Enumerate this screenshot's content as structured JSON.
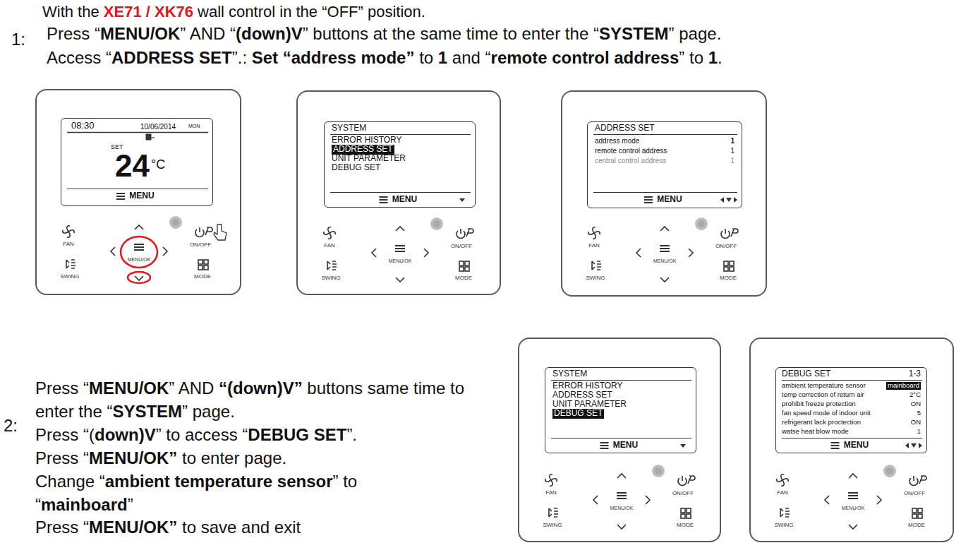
{
  "diagram": {
    "nodes": [
      {
        "text": [
          "FAN",
          "MENU/OK",
          "ON/OFF",
          "SWING",
          "MODE"
        ]
      },
      {
        "text": [
          "08:30",
          "10/06/2014",
          "MON",
          "SET",
          "24",
          "°C",
          "MENU"
        ],
        "in": 0
      },
      {
        "text": [
          "FAN",
          "MENU/OK",
          "ON/OFF",
          "SWING",
          "MODE"
        ]
      },
      {
        "text": [
          "SYSTEM",
          "ERROR HISTORY",
          "ADDRESS SET",
          "UNIT PARAMETER",
          "DEBUG SET",
          "MENU"
        ],
        "in": 2
      },
      {
        "text": [
          "FAN",
          "MENU/OK",
          "ON/OFF",
          "SWING",
          "MODE"
        ]
      },
      {
        "text": [
          "ADDRESS SET",
          "address mode",
          "1",
          "remote control address",
          "1",
          "central control address",
          "1",
          "MENU"
        ],
        "in": 4
      },
      {
        "text": [
          "FAN",
          "MENU/OK",
          "ON/OFF",
          "SWING",
          "MODE"
        ]
      },
      {
        "text": [
          "SYSTEM",
          "ERROR HISTORY",
          "ADDRESS SET",
          "UNIT PARAMETER",
          "DEBUG SET",
          "MENU"
        ],
        "in": 6
      },
      {
        "text": [
          "FAN",
          "MENU/OK",
          "ON/OFF",
          "SWING",
          "MODE"
        ]
      },
      {
        "text": [
          "DEBUG SET",
          "1-3",
          "ambient temperature sensor",
          "mainboard",
          "temp correction of return air",
          "2°C",
          "prohibit freeze protection",
          "ON",
          "fan speed mode of indoor unit",
          "5",
          "refrigerant lack proctection",
          "ON",
          "watse heat blow mode",
          "1",
          "MENU"
        ],
        "in": 8
      }
    ],
    "labels": [
      "With the ",
      "XE71 / XK76",
      " wall control in the “OFF” position.",
      "1:",
      "Press “",
      "MENU/OK",
      "” AND “",
      "(down)V",
      "” buttons at the same time to enter the “",
      "SYSTEM",
      "” page.",
      "Access “",
      "ADDRESS SET",
      "”.: ",
      "Set “address mode”",
      " to ",
      "1",
      " and “",
      "remote control address",
      "” to ",
      "1",
      ".",
      "2:",
      "Press “",
      "MENU/OK",
      "” AND ",
      "“(down)V”",
      " buttons same time to",
      "enter the “",
      "SYSTEM",
      "” page.",
      "Press “(",
      "down)V",
      "” to access “",
      "DEBUG SET",
      "”.",
      "Press “",
      "MENU/OK”",
      " to enter page.",
      "Change “",
      "ambient temperature sensor",
      "” to",
      "“",
      "mainboard",
      "”",
      "Press “",
      "MENU/OK”",
      " to save and exit"
    ]
  }
}
